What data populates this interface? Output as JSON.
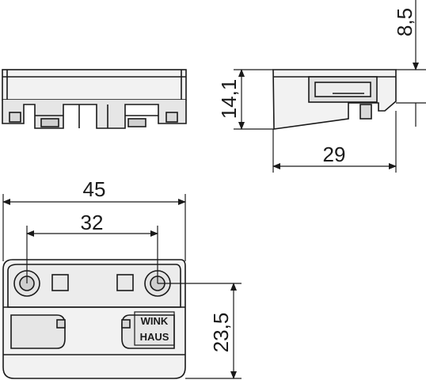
{
  "dimensions": {
    "side_height_top": "8,5",
    "side_height": "14,1",
    "side_width": "29",
    "plan_width": "45",
    "hole_spacing": "32",
    "plan_height": "23,5"
  },
  "logo": {
    "line1": "WINK",
    "line2": "HAUS"
  }
}
